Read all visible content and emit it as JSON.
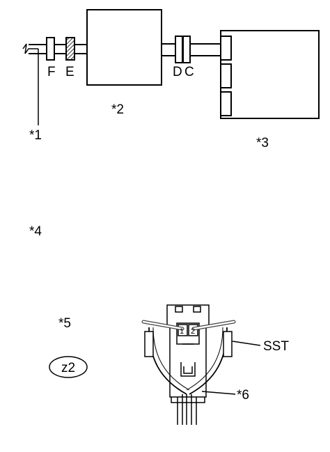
{
  "labels": {
    "ref1": "*1",
    "ref2": "*2",
    "ref3": "*3",
    "ref4": "*4",
    "ref5": "*5",
    "ref6": "*6",
    "conn_f": "F",
    "conn_e": "E",
    "conn_d": "D",
    "conn_c": "C",
    "sst": "SST",
    "oval_tag": "z2",
    "pin1": "1",
    "pin2": "2"
  }
}
